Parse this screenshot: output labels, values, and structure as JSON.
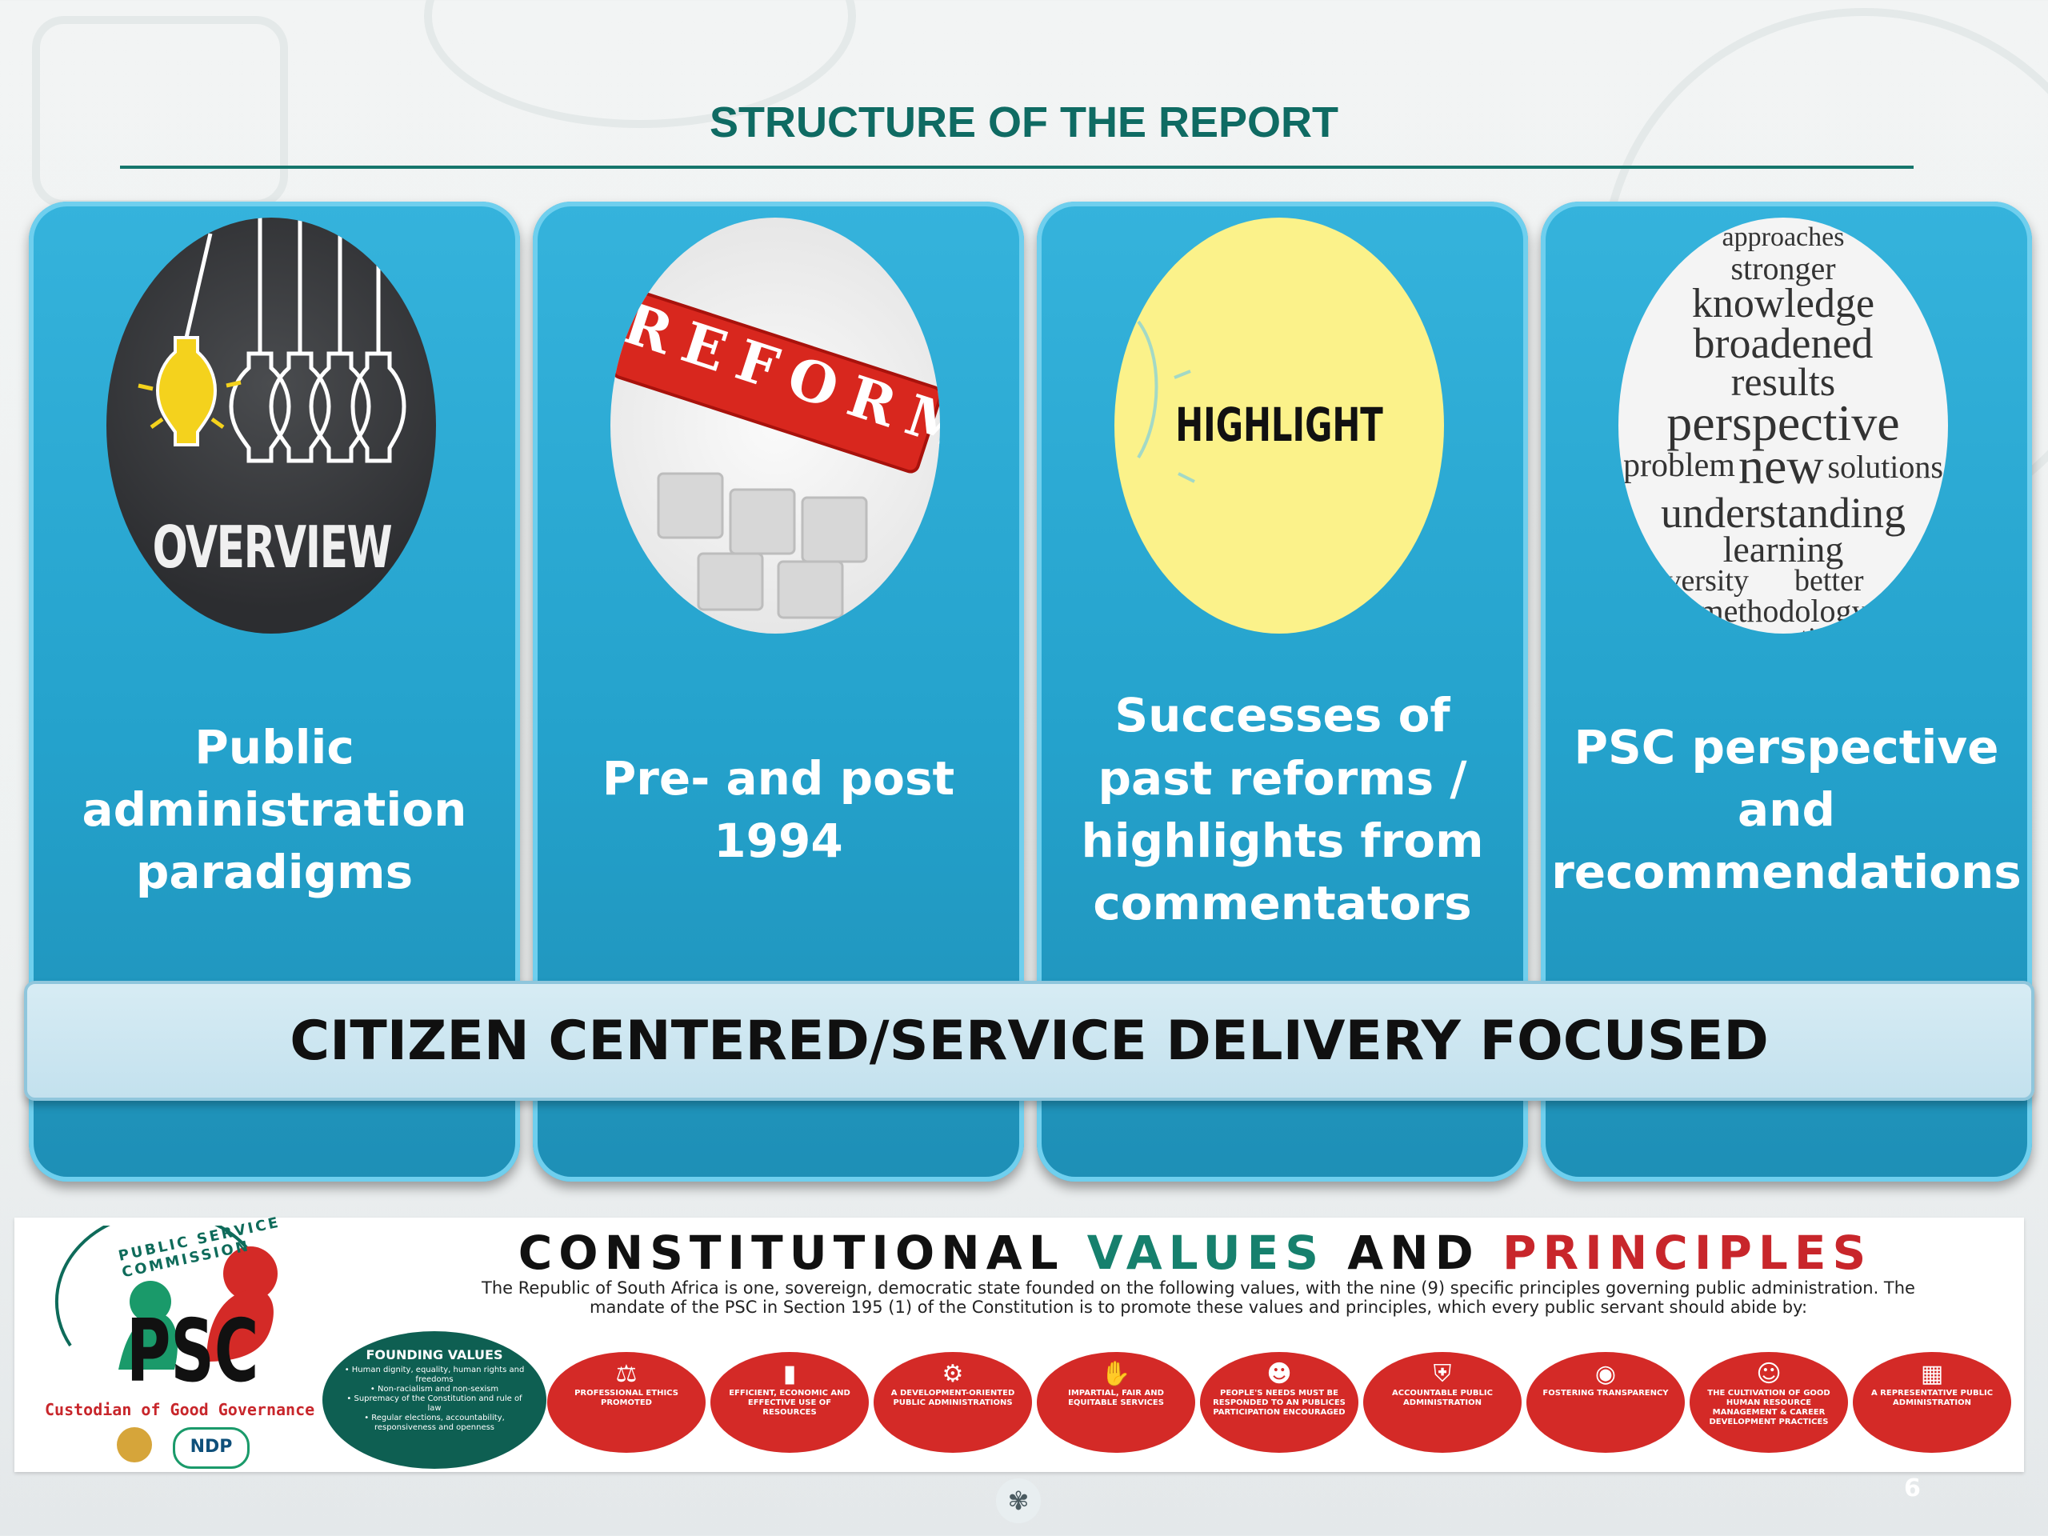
{
  "title": "STRUCTURE OF THE REPORT",
  "columns": [
    {
      "image_label": "OVERVIEW",
      "text": "Public administration paradigms",
      "icon": "lightbulbs-icon"
    },
    {
      "image_label": "REFORMS",
      "text": "Pre- and post 1994",
      "icon": "puzzle-icon"
    },
    {
      "image_label": "HIGHLIGHT",
      "text": "Successes of past reforms / highlights from commentators",
      "icon": "highlight-icon"
    },
    {
      "image_label": "",
      "text": "PSC perspective and recommendations",
      "icon": "word-cloud-icon",
      "word_cloud": [
        "approaches",
        "stronger",
        "knowledge",
        "broadened",
        "results",
        "perspective",
        "problem",
        "new",
        "solutions",
        "understanding",
        "learning",
        "diversity",
        "better",
        "methodology",
        "innovation"
      ]
    }
  ],
  "banner": "CITIZEN CENTERED/SERVICE DELIVERY FOCUSED",
  "footer": {
    "psc_logo_text": "PSC",
    "commission_text": "PUBLIC SERVICE COMMISSION",
    "tagline": "Custodian of Good Governance",
    "ndp_text": "NDP",
    "heading_1": "CONSTITUTIONAL",
    "heading_2": "VALUES",
    "heading_3": "AND",
    "heading_4": "PRINCIPLES",
    "description": "The Republic of South Africa is one, sovereign, democratic state founded on the following values, with the nine (9) specific principles governing public administration. The mandate of the PSC in Section 195 (1) of the Constitution is to promote these values and principles, which every public servant should abide by:",
    "founding_title": "FOUNDING VALUES",
    "founding_values": [
      "• Human dignity, equality, human rights and freedoms",
      "• Non-racialism and non-sexism",
      "• Supremacy of the Constitution and rule of law",
      "• Regular elections, accountability, responsiveness and openness"
    ],
    "principles": [
      {
        "label": "PROFESSIONAL ETHICS PROMOTED",
        "icon": "scales-icon"
      },
      {
        "label": "EFFICIENT, ECONOMIC AND EFFECTIVE USE OF RESOURCES",
        "icon": "bar-chart-icon"
      },
      {
        "label": "A DEVELOPMENT-ORIENTED PUBLIC ADMINISTRATIONS",
        "icon": "gear-icon"
      },
      {
        "label": "IMPARTIAL, FAIR AND EQUITABLE SERVICES",
        "icon": "handshake-icon"
      },
      {
        "label": "PEOPLE'S NEEDS MUST BE RESPONDED TO AN PUBLICES PARTICIPATION ENCOURAGED",
        "icon": "people-icon"
      },
      {
        "label": "ACCOUNTABLE PUBLIC ADMINISTRATION",
        "icon": "shield-icon"
      },
      {
        "label": "FOSTERING TRANSPARENCY",
        "icon": "eye-icon"
      },
      {
        "label": "THE CULTIVATION OF GOOD HUMAN RESOURCE MANAGEMENT & CAREER DEVELOPMENT PRACTICES",
        "icon": "group-icon"
      },
      {
        "label": "A REPRESENTATIVE PUBLIC ADMINISTRATION",
        "icon": "calendar-icon"
      }
    ]
  },
  "page_number": "6",
  "colors": {
    "title": "#0f6b63",
    "column_blue": "#2aa8d2",
    "banner_bg": "#cfe8f2",
    "principle_red": "#d42a27",
    "founding_green": "#0e5f52",
    "values_green": "#16806d",
    "principles_red_text": "#c8262b"
  }
}
